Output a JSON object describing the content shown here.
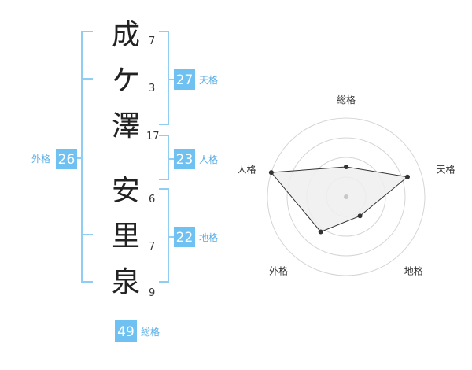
{
  "name": {
    "chars": [
      {
        "char": "成",
        "strokes": "7"
      },
      {
        "char": "ケ",
        "strokes": "3"
      },
      {
        "char": "澤",
        "strokes": "17"
      },
      {
        "char": "安",
        "strokes": "6"
      },
      {
        "char": "里",
        "strokes": "7"
      },
      {
        "char": "泉",
        "strokes": "9"
      }
    ]
  },
  "fortunes": {
    "tenkaku": {
      "value": "27",
      "label": "天格"
    },
    "jinkaku": {
      "value": "23",
      "label": "人格"
    },
    "chikaku": {
      "value": "22",
      "label": "地格"
    },
    "gaikaku": {
      "value": "26",
      "label": "外格"
    },
    "soukaku": {
      "value": "49",
      "label": "総格"
    }
  },
  "colors": {
    "accent": "#6ec1f0",
    "label": "#5aaee6",
    "bracket": "#8fcdf3",
    "ring": "#d5d5d5",
    "polygon_fill": "#efefef",
    "point": "#333333"
  },
  "chart_data": {
    "type": "radar",
    "axes": [
      "総格",
      "天格",
      "地格",
      "外格",
      "人格"
    ],
    "values": [
      0.38,
      0.82,
      0.3,
      0.55,
      1.0
    ],
    "rings": 4,
    "grid": true
  }
}
